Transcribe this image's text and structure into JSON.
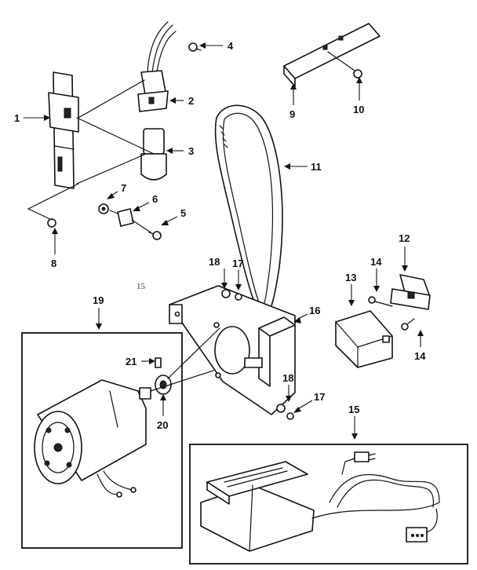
{
  "callouts": [
    {
      "id": "c1",
      "label": "1"
    },
    {
      "id": "c2",
      "label": "2"
    },
    {
      "id": "c3",
      "label": "3"
    },
    {
      "id": "c4",
      "label": "4"
    },
    {
      "id": "c5",
      "label": "5"
    },
    {
      "id": "c6",
      "label": "6"
    },
    {
      "id": "c7",
      "label": "7"
    },
    {
      "id": "c8",
      "label": "8"
    },
    {
      "id": "c9",
      "label": "9"
    },
    {
      "id": "c10",
      "label": "10"
    },
    {
      "id": "c11",
      "label": "11"
    },
    {
      "id": "c12",
      "label": "12"
    },
    {
      "id": "c13",
      "label": "13"
    },
    {
      "id": "c14a",
      "label": "14"
    },
    {
      "id": "c14b",
      "label": "14"
    },
    {
      "id": "c15",
      "label": "15"
    },
    {
      "id": "c16",
      "label": "16"
    },
    {
      "id": "c17a",
      "label": "17"
    },
    {
      "id": "c17b",
      "label": "17"
    },
    {
      "id": "c18a",
      "label": "18"
    },
    {
      "id": "c18b",
      "label": "18"
    },
    {
      "id": "c19",
      "label": "19"
    },
    {
      "id": "c20",
      "label": "20"
    },
    {
      "id": "c21",
      "label": "21"
    }
  ],
  "stray_mark": "15"
}
